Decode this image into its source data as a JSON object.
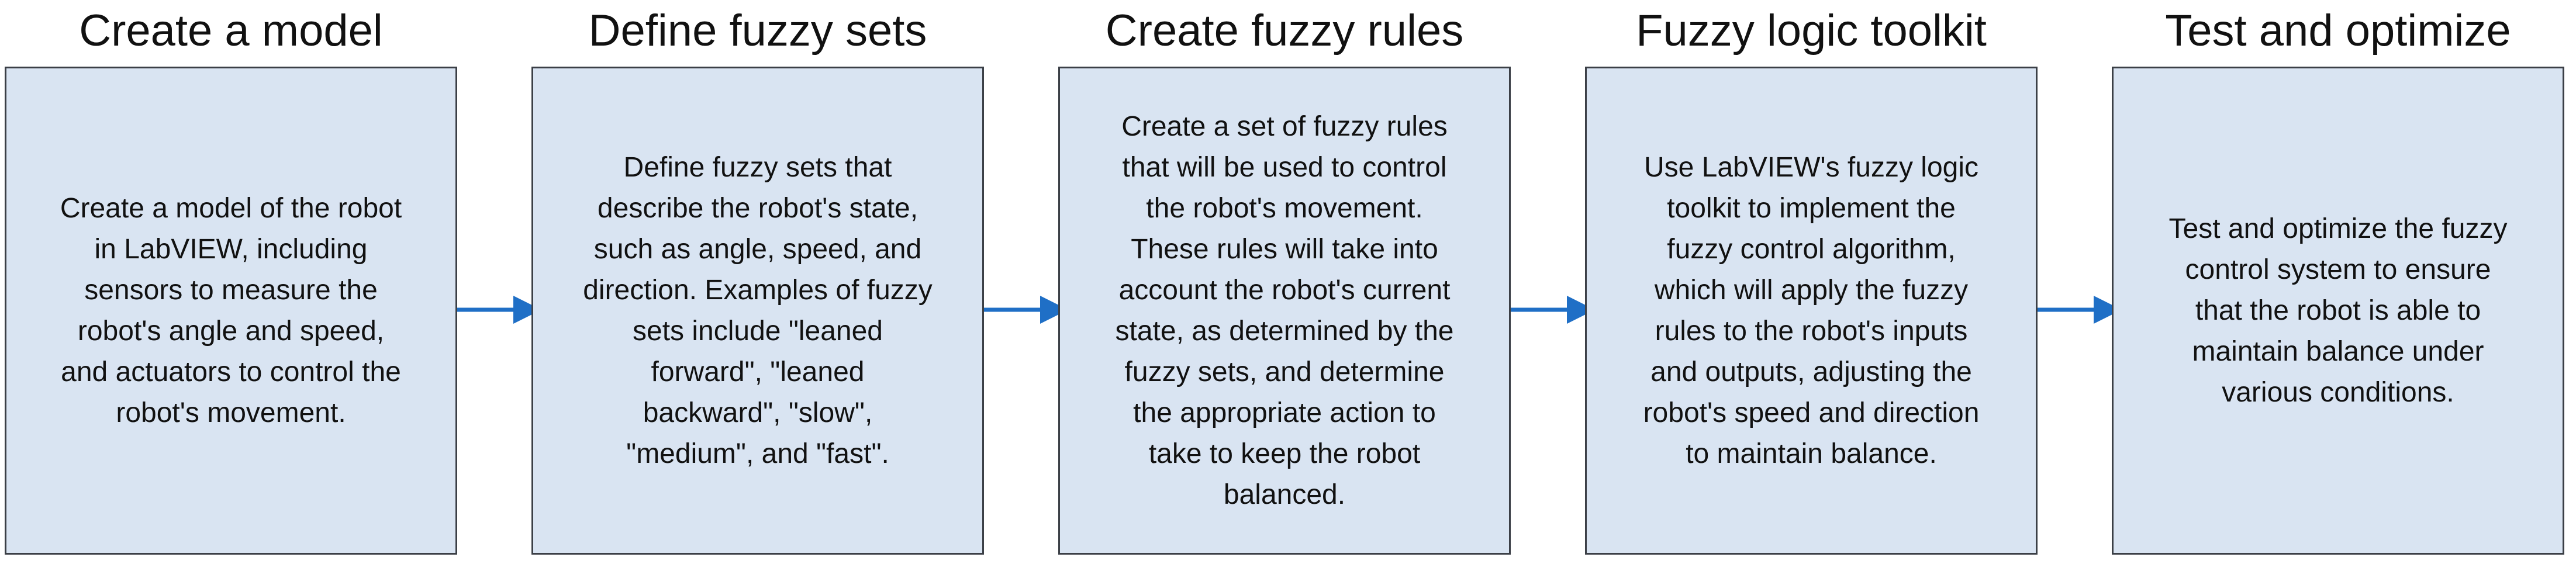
{
  "steps": [
    {
      "title": "Create a model",
      "text": "Create a model of the robot\nin LabVIEW, including\nsensors to measure the\nrobot's angle and speed,\nand actuators to control the\nrobot's movement."
    },
    {
      "title": "Define fuzzy sets",
      "text": "Define fuzzy sets that\ndescribe the robot's state,\nsuch as angle, speed, and\ndirection. Examples of fuzzy\nsets include \"leaned\nforward\", \"leaned\nbackward\", \"slow\",\n\"medium\", and \"fast\"."
    },
    {
      "title": "Create fuzzy rules",
      "text": "Create a set of fuzzy rules\nthat will be used to control\nthe robot's movement.\nThese rules will take into\naccount the robot's current\nstate, as determined by the\nfuzzy sets, and determine\nthe appropriate action to\ntake to keep the robot\nbalanced."
    },
    {
      "title": "Fuzzy logic toolkit",
      "text": "Use LabVIEW's fuzzy logic\ntoolkit to implement the\nfuzzy control algorithm,\nwhich will apply the fuzzy\nrules to the robot's inputs\nand outputs, adjusting the\nrobot's speed and direction\nto maintain balance."
    },
    {
      "title": "Test and optimize",
      "text": "Test and optimize the fuzzy\ncontrol system to ensure\nthat the robot is able to\nmaintain balance under\nvarious conditions."
    }
  ],
  "colors": {
    "box_fill": "#d9e4f2",
    "box_border": "#3b3f46",
    "arrow": "#1f6fc6",
    "text": "#111111"
  }
}
